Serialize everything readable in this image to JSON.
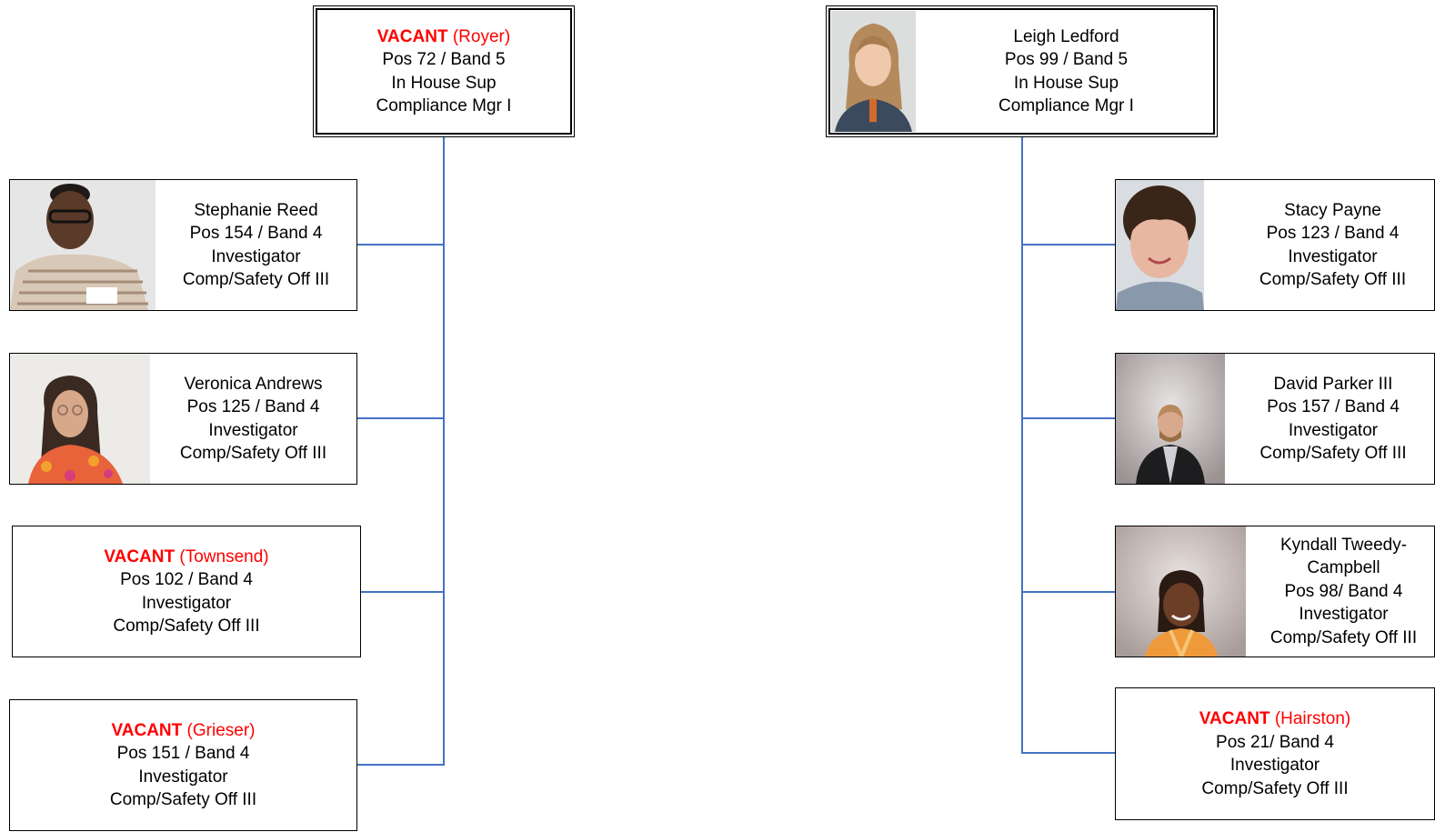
{
  "left_manager": {
    "vacant_label": "VACANT",
    "vacant_name": "(Royer)",
    "pos": "Pos 72 / Band 5",
    "title": "In House Sup",
    "role": "Compliance Mgr I"
  },
  "left_staff": [
    {
      "name": "Stephanie Reed",
      "pos": "Pos 154 / Band 4",
      "title": "Investigator",
      "role": "Comp/Safety Off III"
    },
    {
      "name": "Veronica Andrews",
      "pos": "Pos 125 / Band 4",
      "title": "Investigator",
      "role": "Comp/Safety Off III"
    },
    {
      "vacant_label": "VACANT",
      "vacant_name": "(Townsend)",
      "pos": "Pos 102 / Band 4",
      "title": "Investigator",
      "role": "Comp/Safety Off III"
    },
    {
      "vacant_label": "VACANT",
      "vacant_name": "(Grieser)",
      "pos": "Pos 151 / Band 4",
      "title": "Investigator",
      "role": "Comp/Safety Off III"
    }
  ],
  "right_manager": {
    "name": "Leigh Ledford",
    "pos": "Pos 99 / Band 5",
    "title": "In House Sup",
    "role": "Compliance Mgr I"
  },
  "right_staff": [
    {
      "name": "Stacy Payne",
      "pos": "Pos 123 / Band 4",
      "title": "Investigator",
      "role": "Comp/Safety Off III"
    },
    {
      "name": "David Parker III",
      "pos": "Pos 157 / Band 4",
      "title": "Investigator",
      "role": "Comp/Safety Off III"
    },
    {
      "name_line1": "Kyndall Tweedy-",
      "name_line2": "Campbell",
      "pos": "Pos 98/ Band 4",
      "title": "Investigator",
      "role": "Comp/Safety Off III"
    },
    {
      "vacant_label": "VACANT",
      "vacant_name": "(Hairston)",
      "pos": "Pos 21/ Band 4",
      "title": "Investigator",
      "role": "Comp/Safety Off III"
    }
  ],
  "colors": {
    "connector": "#4472c4",
    "vacant": "#ff0000"
  }
}
